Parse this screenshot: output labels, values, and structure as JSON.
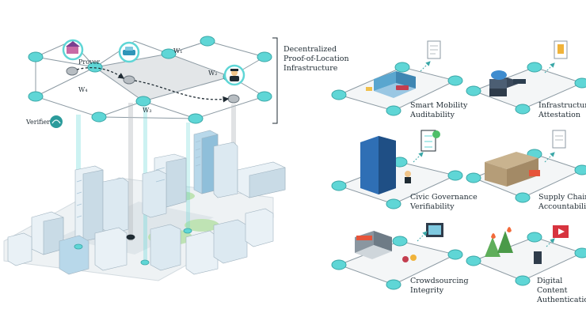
{
  "colors": {
    "node": "#5fd6d6",
    "node_stroke": "#3aa7a7",
    "grid_line": "#8c9aa3",
    "accent_dark": "#1f2b33",
    "building_light": "#e9f1f6",
    "building_blue": "#b8d8ea",
    "ground": "#eef2f4",
    "park": "#bfe3b4"
  },
  "infrastructure": {
    "title_line1": "Decentralized",
    "title_line2": "Proof-of-Location",
    "title_line3": "Infrastructure",
    "prover": "Prover",
    "verifier": "Verifier",
    "w1": "W₁",
    "w2": "W₂",
    "w3": "W₃",
    "w4": "W₄"
  },
  "applications": [
    {
      "line1": "Smart Mobility",
      "line2": "Auditability",
      "icon": "car-building-icon"
    },
    {
      "line1": "Infrastructure",
      "line2": "Attestation",
      "icon": "server-icon"
    },
    {
      "line1": "Civic Governance",
      "line2": "Verifiability",
      "icon": "office-tower-icon"
    },
    {
      "line1": "Supply Chain",
      "line2": "Accountability",
      "icon": "warehouse-icon"
    },
    {
      "line1": "Crowdsourcing",
      "line2": "Integrity",
      "icon": "storefront-icon"
    },
    {
      "line1": "Digital Content",
      "line2": "Authentication",
      "icon": "fire-forest-icon"
    }
  ]
}
